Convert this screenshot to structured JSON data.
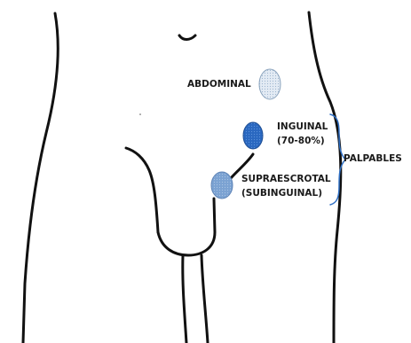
{
  "labels": {
    "abdominal": "ABDOMINAL",
    "inguinal_line1": "INGUINAL",
    "inguinal_line2": "(70-80%)",
    "supra_line1": "SUPRAESCROTAL",
    "supra_line2": "(SUBINGUINAL)",
    "palpables": "PALPABLES"
  },
  "colors": {
    "outline": "#111111",
    "abdominal_fill": "#dbe6f1",
    "inguinal_fill": "#2f6fc4",
    "supra_fill": "#7ea4d4",
    "bracket": "#2f6fc4"
  }
}
